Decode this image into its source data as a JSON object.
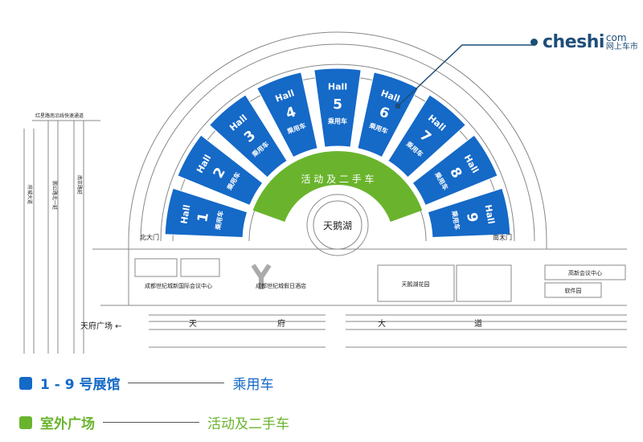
{
  "colors": {
    "hall": "#1569c7",
    "green": "#6ab42d",
    "line": "#777777",
    "logo": "#1f4e79"
  },
  "halls": [
    {
      "number": "1",
      "hall_label": "Hall",
      "sub": "乘用车"
    },
    {
      "number": "2",
      "hall_label": "Hall",
      "sub": "乘用车"
    },
    {
      "number": "3",
      "hall_label": "Hall",
      "sub": "乘用车"
    },
    {
      "number": "4",
      "hall_label": "Hall",
      "sub": "乘用车"
    },
    {
      "number": "5",
      "hall_label": "Hall",
      "sub": "乘用车"
    },
    {
      "number": "6",
      "hall_label": "Hall",
      "sub": "乘用车"
    },
    {
      "number": "7",
      "hall_label": "Hall",
      "sub": "乘用车"
    },
    {
      "number": "8",
      "hall_label": "Hall",
      "sub": "乘用车"
    },
    {
      "number": "9",
      "hall_label": "Hall",
      "sub": "乘用车"
    }
  ],
  "green_area": "活 动 及 二 手 车",
  "map_labels": {
    "lake": "天鹅湖",
    "north_gate": "北大门",
    "south_gate": "南大门",
    "hongxing_road": "红星路南沿线快速通道",
    "fucheng_road": "府城大道",
    "pengzhou_road": "鹏公路北一延",
    "nanjing_road": "南京路延",
    "conference_center": "成都世纪城新国际会议中心",
    "holiday_hotel": "成都世纪城假日酒店",
    "swan_garden": "天鹅湖花园",
    "gaoxin_center": "高新会议中心",
    "software_park": "软件园",
    "tianfu_square": "天府广场 ←",
    "tianfu_avenue": [
      "天",
      "府",
      "大",
      "道"
    ]
  },
  "legend": [
    {
      "title": "1 - 9 号展馆",
      "desc": "乘用车",
      "color": "#1569c7"
    },
    {
      "title": "室外广场",
      "desc": "活动及二手车",
      "color": "#6ab42d"
    }
  ],
  "logo": {
    "main": "cheshi",
    "com": "com",
    "sub": "网上车市"
  }
}
